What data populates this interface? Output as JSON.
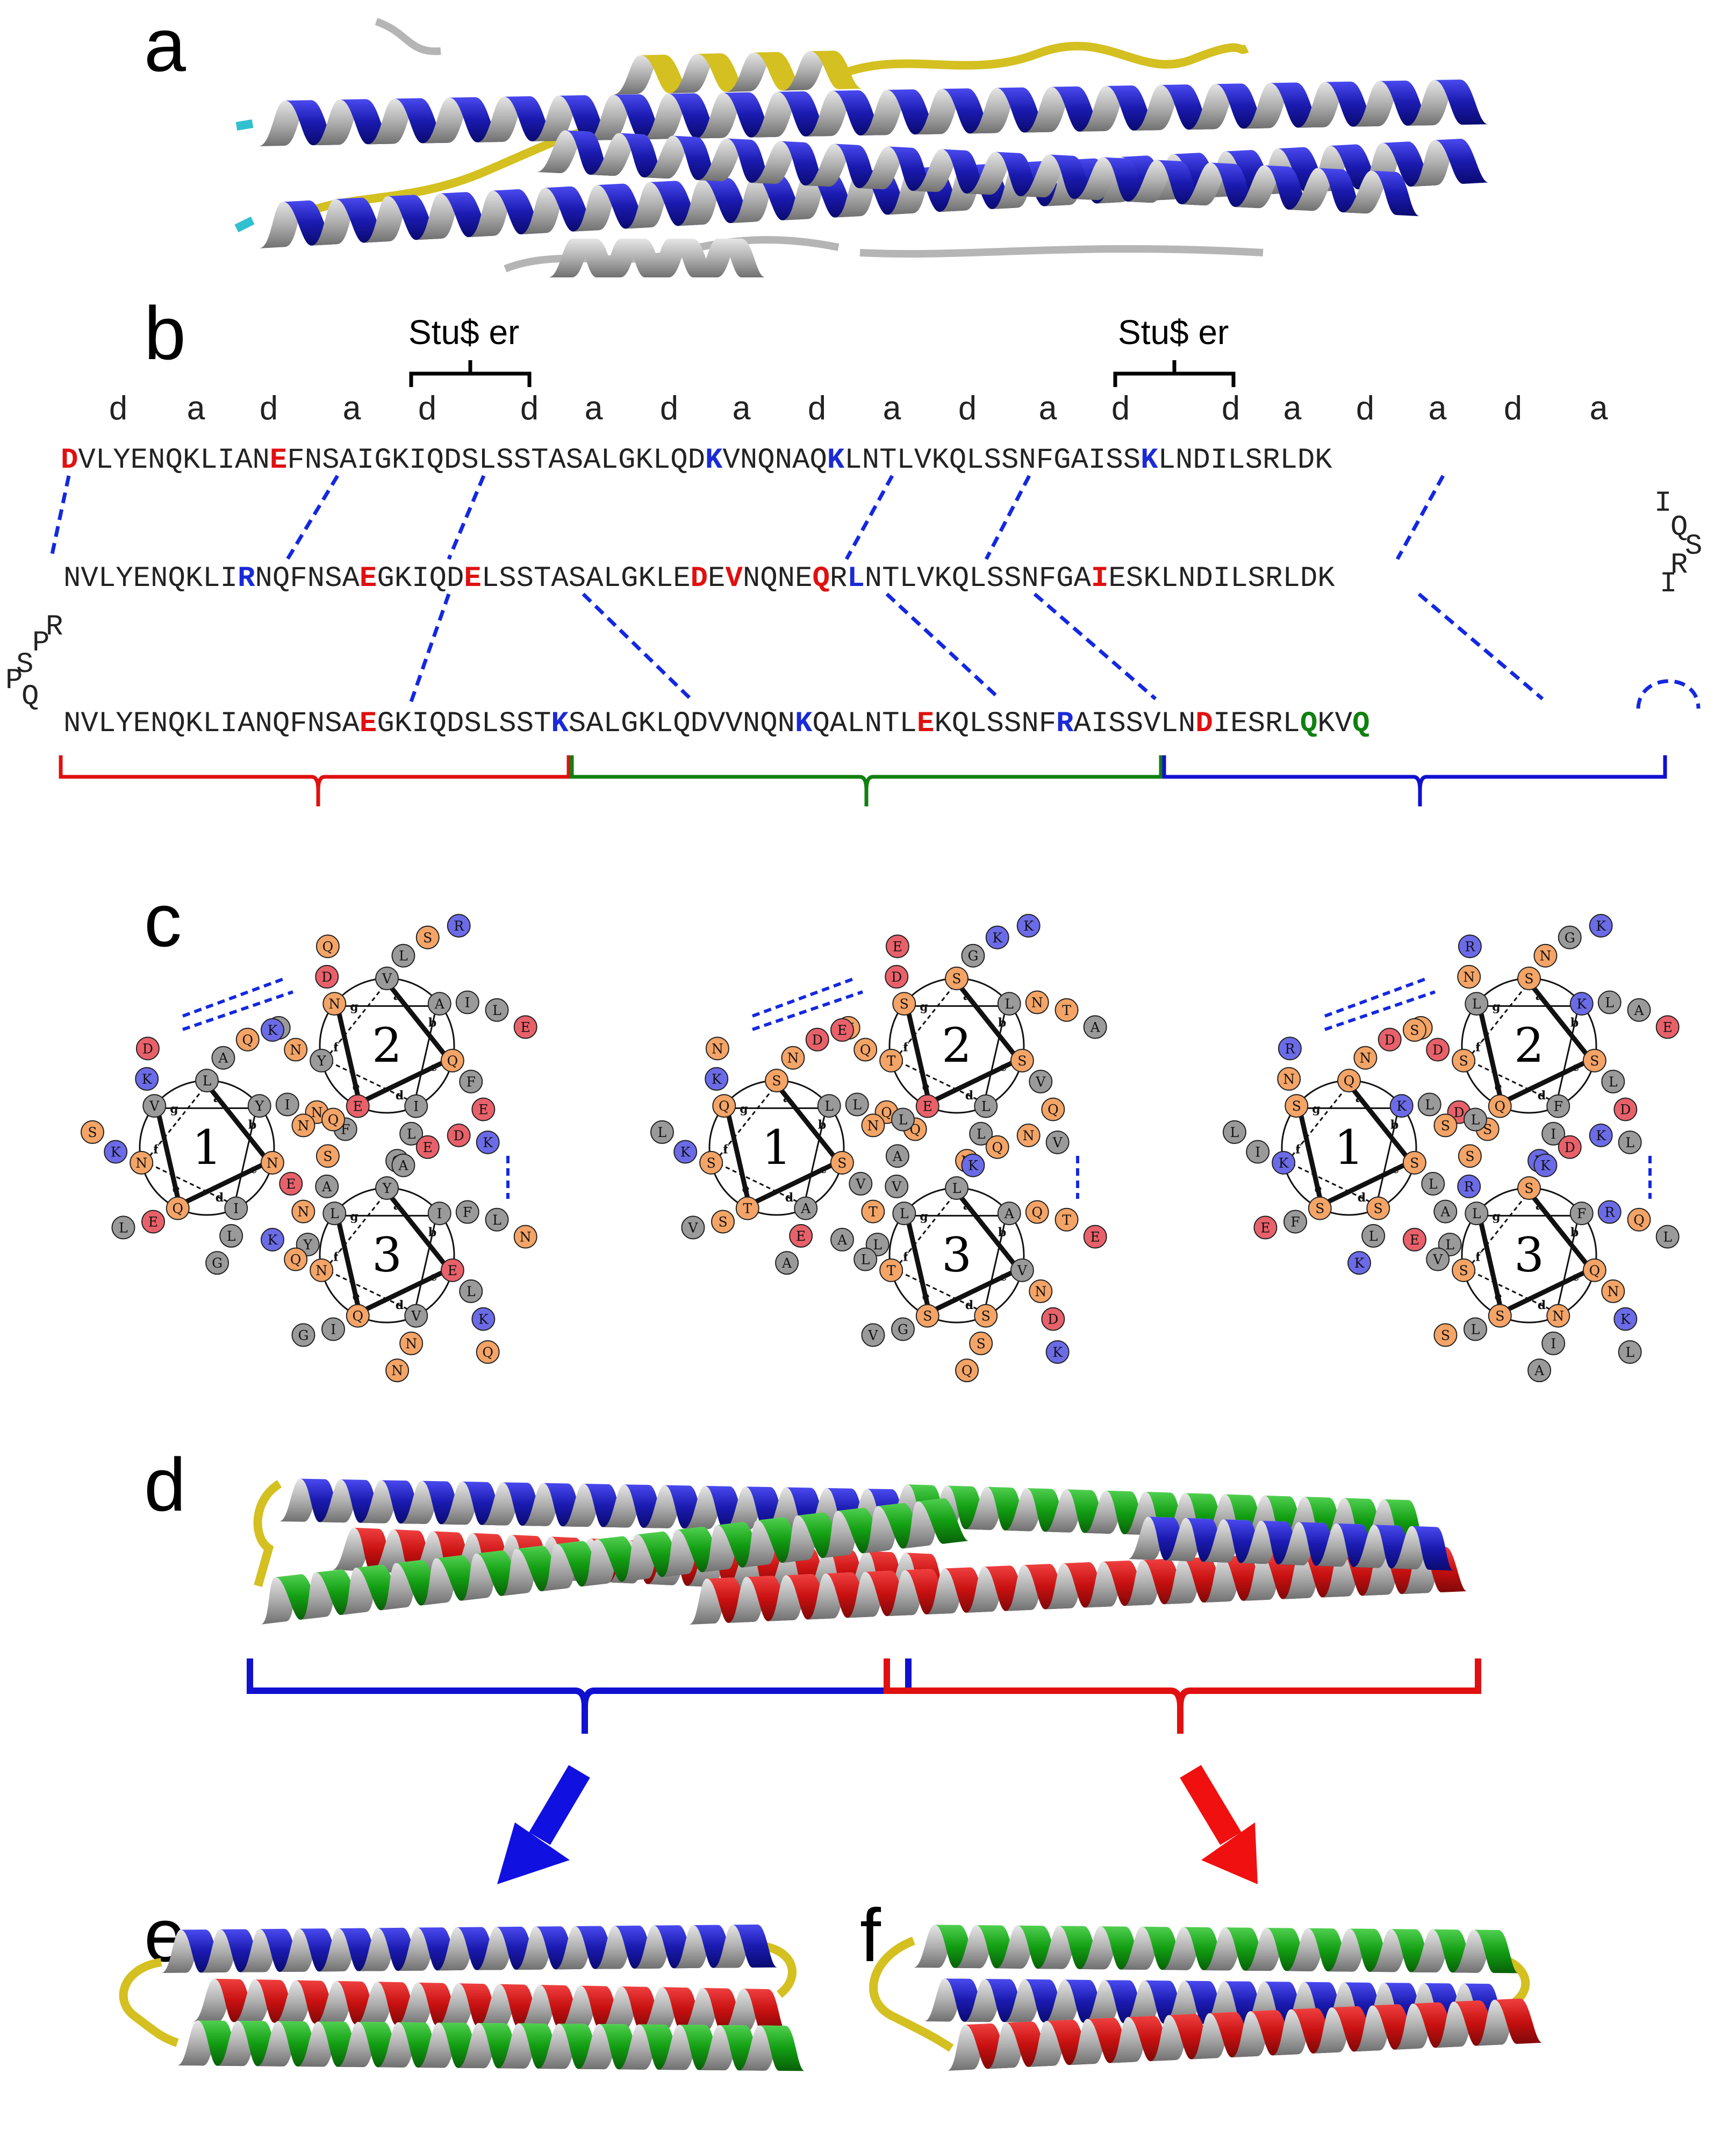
{
  "panels": {
    "a": "a",
    "b": "b",
    "c": "c",
    "d": "d",
    "e": "e",
    "f": "f"
  },
  "stutter_label": "Stu$ er",
  "heptad": [
    "d",
    "a",
    "d",
    "a",
    "d",
    "d",
    "a",
    "d",
    "a",
    "d",
    "a",
    "d",
    "a",
    "d",
    "d",
    "a",
    "d",
    "a",
    "d",
    "a"
  ],
  "sequences": {
    "helix1": "DVLYENQKLIANEFNSAIGKIQDSLSSTASALGKLQDKVNQNAQKLNTLVKQLSSNFGAISSKLNDILSRLDK",
    "loop1": "IQSRI",
    "helix2": "NVLYENQKLIRNQFNSAEGKIQDELSSTASALGKLEDEVNQNEQRLNTLVKQLSSNFGAIESKLNDILSRLDK",
    "loop2": "RPSPQ",
    "helix3": "NVLYENQKLIANQFNSAEGKIQDSLSSTKSALGKLQDVVNQNKQALNTLEKQLSSNFRAISSVLNDIESRLQKVQ"
  },
  "wheels": {
    "helix_numbers": [
      "1",
      "2",
      "3"
    ],
    "positions": [
      "a",
      "b",
      "c",
      "d",
      "e",
      "f",
      "g"
    ],
    "left": {
      "h1": [
        "L",
        "Y",
        "N",
        "I",
        "Q",
        "N",
        "V",
        "A",
        "I",
        "E",
        "L",
        "E",
        "K",
        "K",
        "Q",
        "N",
        "N",
        "G",
        "L",
        "S",
        "D",
        "A",
        "F",
        "Y"
      ],
      "h2": [
        "V",
        "A",
        "Q",
        "I",
        "E",
        "Y",
        "N",
        "L",
        "I",
        "F",
        "L",
        "Q",
        "N",
        "D",
        "S",
        "L",
        "E",
        "G",
        "N",
        "K",
        "Q",
        "R",
        "E",
        "K"
      ],
      "h3": [
        "Y",
        "I",
        "E",
        "V",
        "Q",
        "N",
        "L",
        "A",
        "F",
        "L",
        "N",
        "I",
        "Q",
        "A",
        "E",
        "L",
        "K",
        "N",
        "G",
        "K",
        "S",
        "D",
        "N",
        "Q"
      ]
    },
    "middle": {
      "h1": [
        "S",
        "L",
        "S",
        "A",
        "T",
        "S",
        "Q",
        "N",
        "L",
        "V",
        "E",
        "S",
        "K",
        "K",
        "D",
        "Q",
        "T",
        "A",
        "V",
        "L",
        "N",
        "N",
        "Q",
        "L"
      ],
      "h2": [
        "S",
        "L",
        "S",
        "L",
        "E",
        "T",
        "S",
        "G",
        "N",
        "V",
        "L",
        "L",
        "Q",
        "D",
        "K",
        "T",
        "Q",
        "N",
        "N",
        "E",
        "E",
        "K",
        "A",
        "V"
      ],
      "h3": [
        "L",
        "A",
        "V",
        "S",
        "S",
        "T",
        "L",
        "K",
        "Q",
        "N",
        "S",
        "G",
        "L",
        "V",
        "Q",
        "T",
        "D",
        "Q",
        "V",
        "A",
        "A",
        "N",
        "E",
        "K"
      ]
    },
    "right": {
      "h1": [
        "Q",
        "K",
        "S",
        "S",
        "S",
        "K",
        "S",
        "N",
        "L",
        "L",
        "L",
        "F",
        "I",
        "N",
        "D",
        "D",
        "A",
        "K",
        "E",
        "L",
        "R",
        "S",
        "S",
        "L"
      ],
      "h2": [
        "S",
        "K",
        "S",
        "F",
        "Q",
        "S",
        "L",
        "N",
        "L",
        "L",
        "I",
        "L",
        "D",
        "N",
        "G",
        "A",
        "D",
        "K",
        "S",
        "S",
        "R",
        "K",
        "E",
        "L"
      ],
      "h3": [
        "S",
        "F",
        "Q",
        "N",
        "S",
        "S",
        "L",
        "K",
        "R",
        "N",
        "I",
        "L",
        "V",
        "R",
        "D",
        "Q",
        "K",
        "A",
        "S",
        "E",
        "S",
        "K",
        "L",
        "L"
      ]
    }
  },
  "colors": {
    "blue_helix": "#1a1ab0",
    "red_helix": "#d01010",
    "green_helix": "#10a010",
    "yellow_loop": "#d4c020",
    "grey": "#b5b5b5",
    "cyan_end": "#30c0d0",
    "acidic_red": "#e8616a",
    "basic_blue": "#6b6be8",
    "polar_orange": "#f4a466",
    "hydrophobic_grey": "#9a9a9a",
    "salt_bridge": "#1428e0"
  }
}
